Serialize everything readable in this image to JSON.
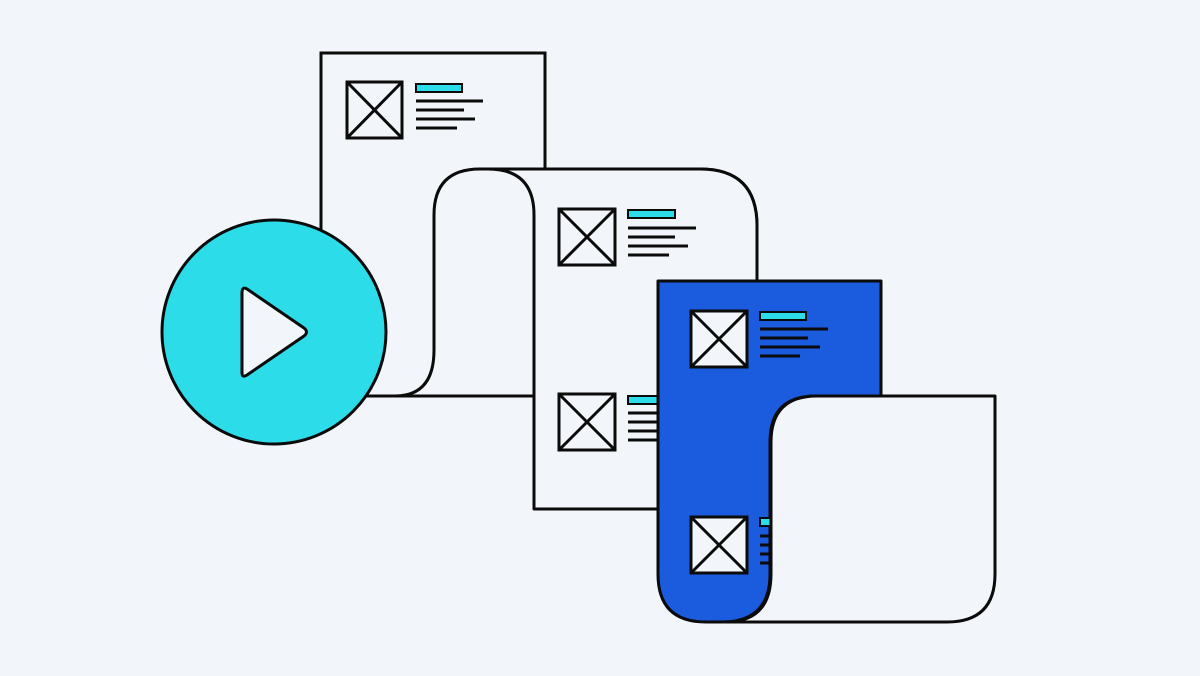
{
  "illustration": {
    "colors": {
      "background": "#f2f6fa",
      "outline": "#0b0b0b",
      "page_fill": "#f2f6fa",
      "accent_cyan": "#2cdde9",
      "accent_blue": "#1b5bde"
    },
    "documents": [
      {
        "name": "doc-back",
        "style": "flat-page",
        "fill": "#f2f6fa",
        "thumbnails": 1
      },
      {
        "name": "doc-middle",
        "style": "scroll",
        "fill": "#f2f6fa",
        "thumbnails": 2
      },
      {
        "name": "doc-front",
        "style": "scroll",
        "fill": "#1b5bde",
        "thumbnails": 2
      }
    ],
    "play_button": {
      "icon": "play-icon",
      "fill": "#2cdde9"
    },
    "image_placeholder_icon": "image-placeholder-icon"
  }
}
